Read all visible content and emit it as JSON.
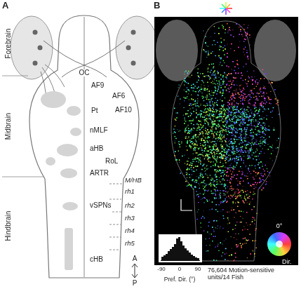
{
  "diagram": {
    "labels": [
      "A",
      "Forebrain",
      "Midbrain",
      "Hindbrain",
      "OC",
      "AF9",
      "AF6",
      "AF10",
      "Pt",
      "nMLF",
      "aHB",
      "RoL",
      "ARTR",
      "M/HB",
      "rh1",
      "vSPNs",
      "rh2",
      "rh3",
      "rh4",
      "rh5",
      "cHB",
      "A",
      "P",
      "B",
      "0°",
      "Dir.",
      "-90",
      "0",
      "90",
      "Pref. Dir. (°)",
      "76,604 Motion-sensitive units/14 Fish"
    ]
  }
}
